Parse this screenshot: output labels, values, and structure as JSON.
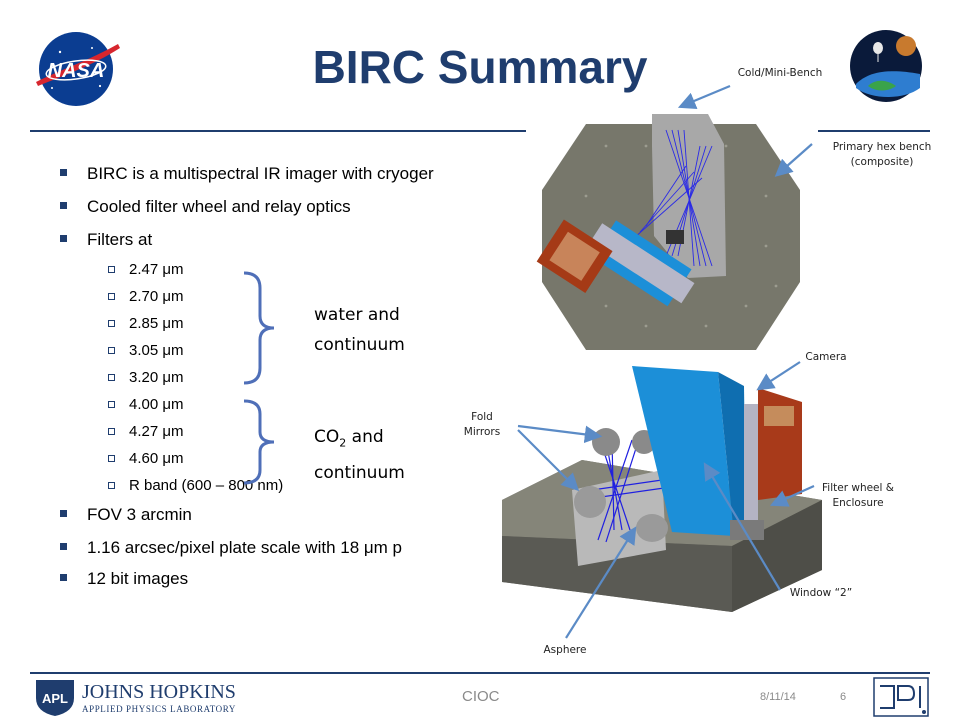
{
  "title": "BIRC Summary",
  "bullets": {
    "b1": "BIRC is a multispectral IR imager with cryoger",
    "b2": "Cooled filter wheel and relay optics",
    "b3": "Filters at",
    "b4": "FOV 3 arcmin",
    "b5": "1.16 arcsec/pixel plate scale with 18 μm p",
    "b6": "12 bit images"
  },
  "filters": [
    "2.47 μm",
    "2.70 μm",
    "2.85 μm",
    "3.05 μm",
    "3.20 μm",
    "4.00 μm",
    "4.27 μm",
    "4.60 μm",
    "R band (600 – 800 nm)"
  ],
  "notes": {
    "water_line1": "water and",
    "water_line2": "continuum",
    "co2_prefix": "CO",
    "co2_sub": "2",
    "co2_suffix": " and",
    "co2_line2": "continuum"
  },
  "callouts": {
    "cold_bench": "Cold/Mini-Bench",
    "primary_hex_1": "Primary hex bench",
    "primary_hex_2": "(composite)",
    "camera": "Camera",
    "fold_1": "Fold",
    "fold_2": "Mirrors",
    "filter_wheel_1": "Filter wheel &",
    "filter_wheel_2": "Enclosure",
    "window": "Window “2”",
    "asphere": "Asphere"
  },
  "logos": {
    "nasa": "NASA",
    "apl": "APL",
    "jh_line1": "JOHNS HOPKINS",
    "jh_line2": "APPLIED PHYSICS LABORATORY"
  },
  "footer": {
    "center": "CIOC",
    "date": "8/11/14",
    "page": "6"
  },
  "colors": {
    "title": "#1f3d6e",
    "rule": "#1f3d6e",
    "bracket": "#4f6fb8",
    "callout_arrow": "#5b8bc6",
    "bench": "#7a7a6e",
    "cold_bench": "#9a9a9a",
    "optics_beam": "#2222dd",
    "camera_housing": "#1e90d6",
    "camera_body": "#a83a1a"
  }
}
